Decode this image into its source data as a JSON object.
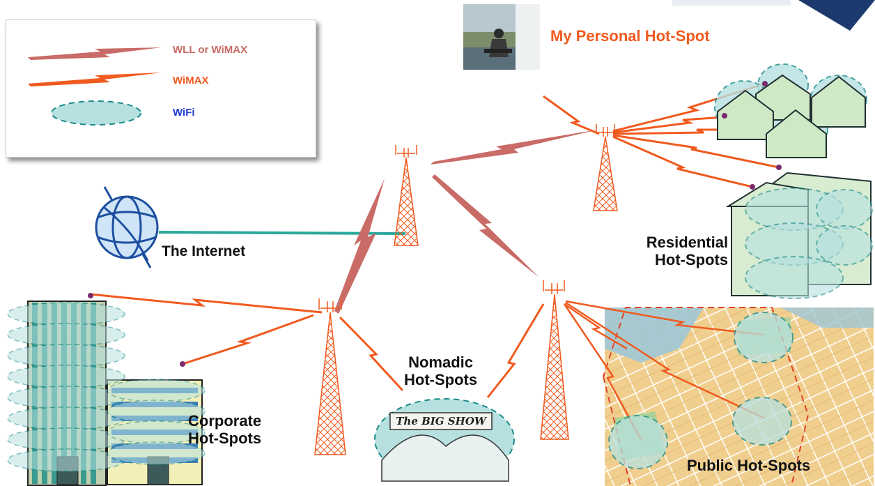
{
  "legend": {
    "items": [
      {
        "label": "WLL or WiMAX",
        "color": "#c96b66"
      },
      {
        "label": "WiMAX",
        "color": "#f05a1e"
      },
      {
        "label": "WiFi",
        "color": "#1f3bd6"
      }
    ]
  },
  "labels": {
    "personal": "My Personal Hot-Spot",
    "internet": "The Internet",
    "residential": [
      "Residential",
      "Hot-Spots"
    ],
    "nomadic": [
      "Nomadic",
      "Hot-Spots"
    ],
    "corporate": [
      "Corporate",
      "Hot-Spots"
    ],
    "public": "Public Hot-Spots",
    "big_show": "The BIG SHOW"
  },
  "colors": {
    "wll": "#c96b66",
    "wimax": "#f05a1e",
    "wifi_fill": "#b7e1e0",
    "wifi_stroke": "#1a8a8a",
    "internet_line": "#2aa79b",
    "personal_label": "#f05a1e",
    "corner": "#1d3a6e",
    "map_border": "#e0442a"
  }
}
